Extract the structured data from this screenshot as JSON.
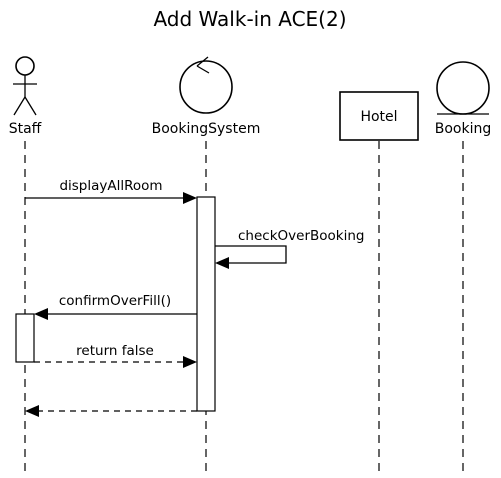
{
  "diagram": {
    "title": "Add Walk-in ACE(2)",
    "participants": [
      {
        "id": "staff",
        "name": "Staff",
        "kind": "actor"
      },
      {
        "id": "booking_system",
        "name": "BookingSystem",
        "kind": "control"
      },
      {
        "id": "hotel",
        "name": "Hotel",
        "kind": "class"
      },
      {
        "id": "booking",
        "name": "Booking",
        "kind": "entity"
      }
    ],
    "messages": [
      {
        "from": "Staff",
        "to": "BookingSystem",
        "label": "displayAllRoom",
        "style": "sync"
      },
      {
        "from": "BookingSystem",
        "to": "BookingSystem",
        "label": "checkOverBooking",
        "style": "self"
      },
      {
        "from": "BookingSystem",
        "to": "Staff",
        "label": "confirmOverFill()",
        "style": "sync"
      },
      {
        "from": "Staff",
        "to": "BookingSystem",
        "label": "return false",
        "style": "return"
      },
      {
        "from": "BookingSystem",
        "to": "Staff",
        "label": "",
        "style": "return"
      }
    ]
  }
}
